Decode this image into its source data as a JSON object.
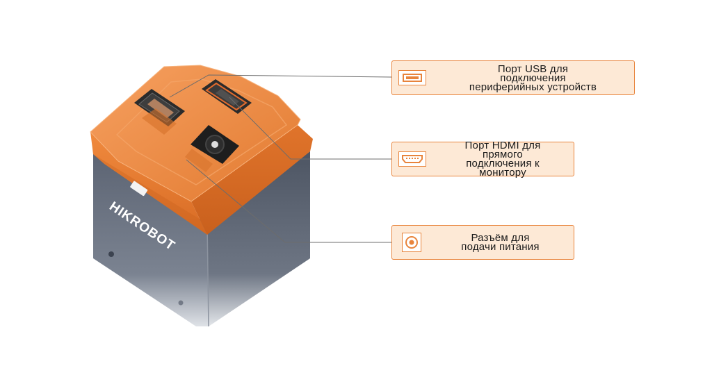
{
  "brand": "HIKROBOT",
  "colors": {
    "accent": "#e8843c",
    "callout_fill": "#fde9d6",
    "device_orange": "#e9823a",
    "device_body": "#6f7887"
  },
  "callouts": {
    "usb": {
      "icon": "usb-port-icon",
      "lines": [
        "Порт USB для",
        "подключения",
        "периферийных устройств"
      ]
    },
    "hdmi": {
      "icon": "hdmi-port-icon",
      "lines": [
        "Порт HDMI для",
        "прямого",
        "подключения к",
        "монитору"
      ]
    },
    "power": {
      "icon": "power-jack-icon",
      "lines": [
        "Разъём для",
        "подачи питания"
      ]
    }
  }
}
